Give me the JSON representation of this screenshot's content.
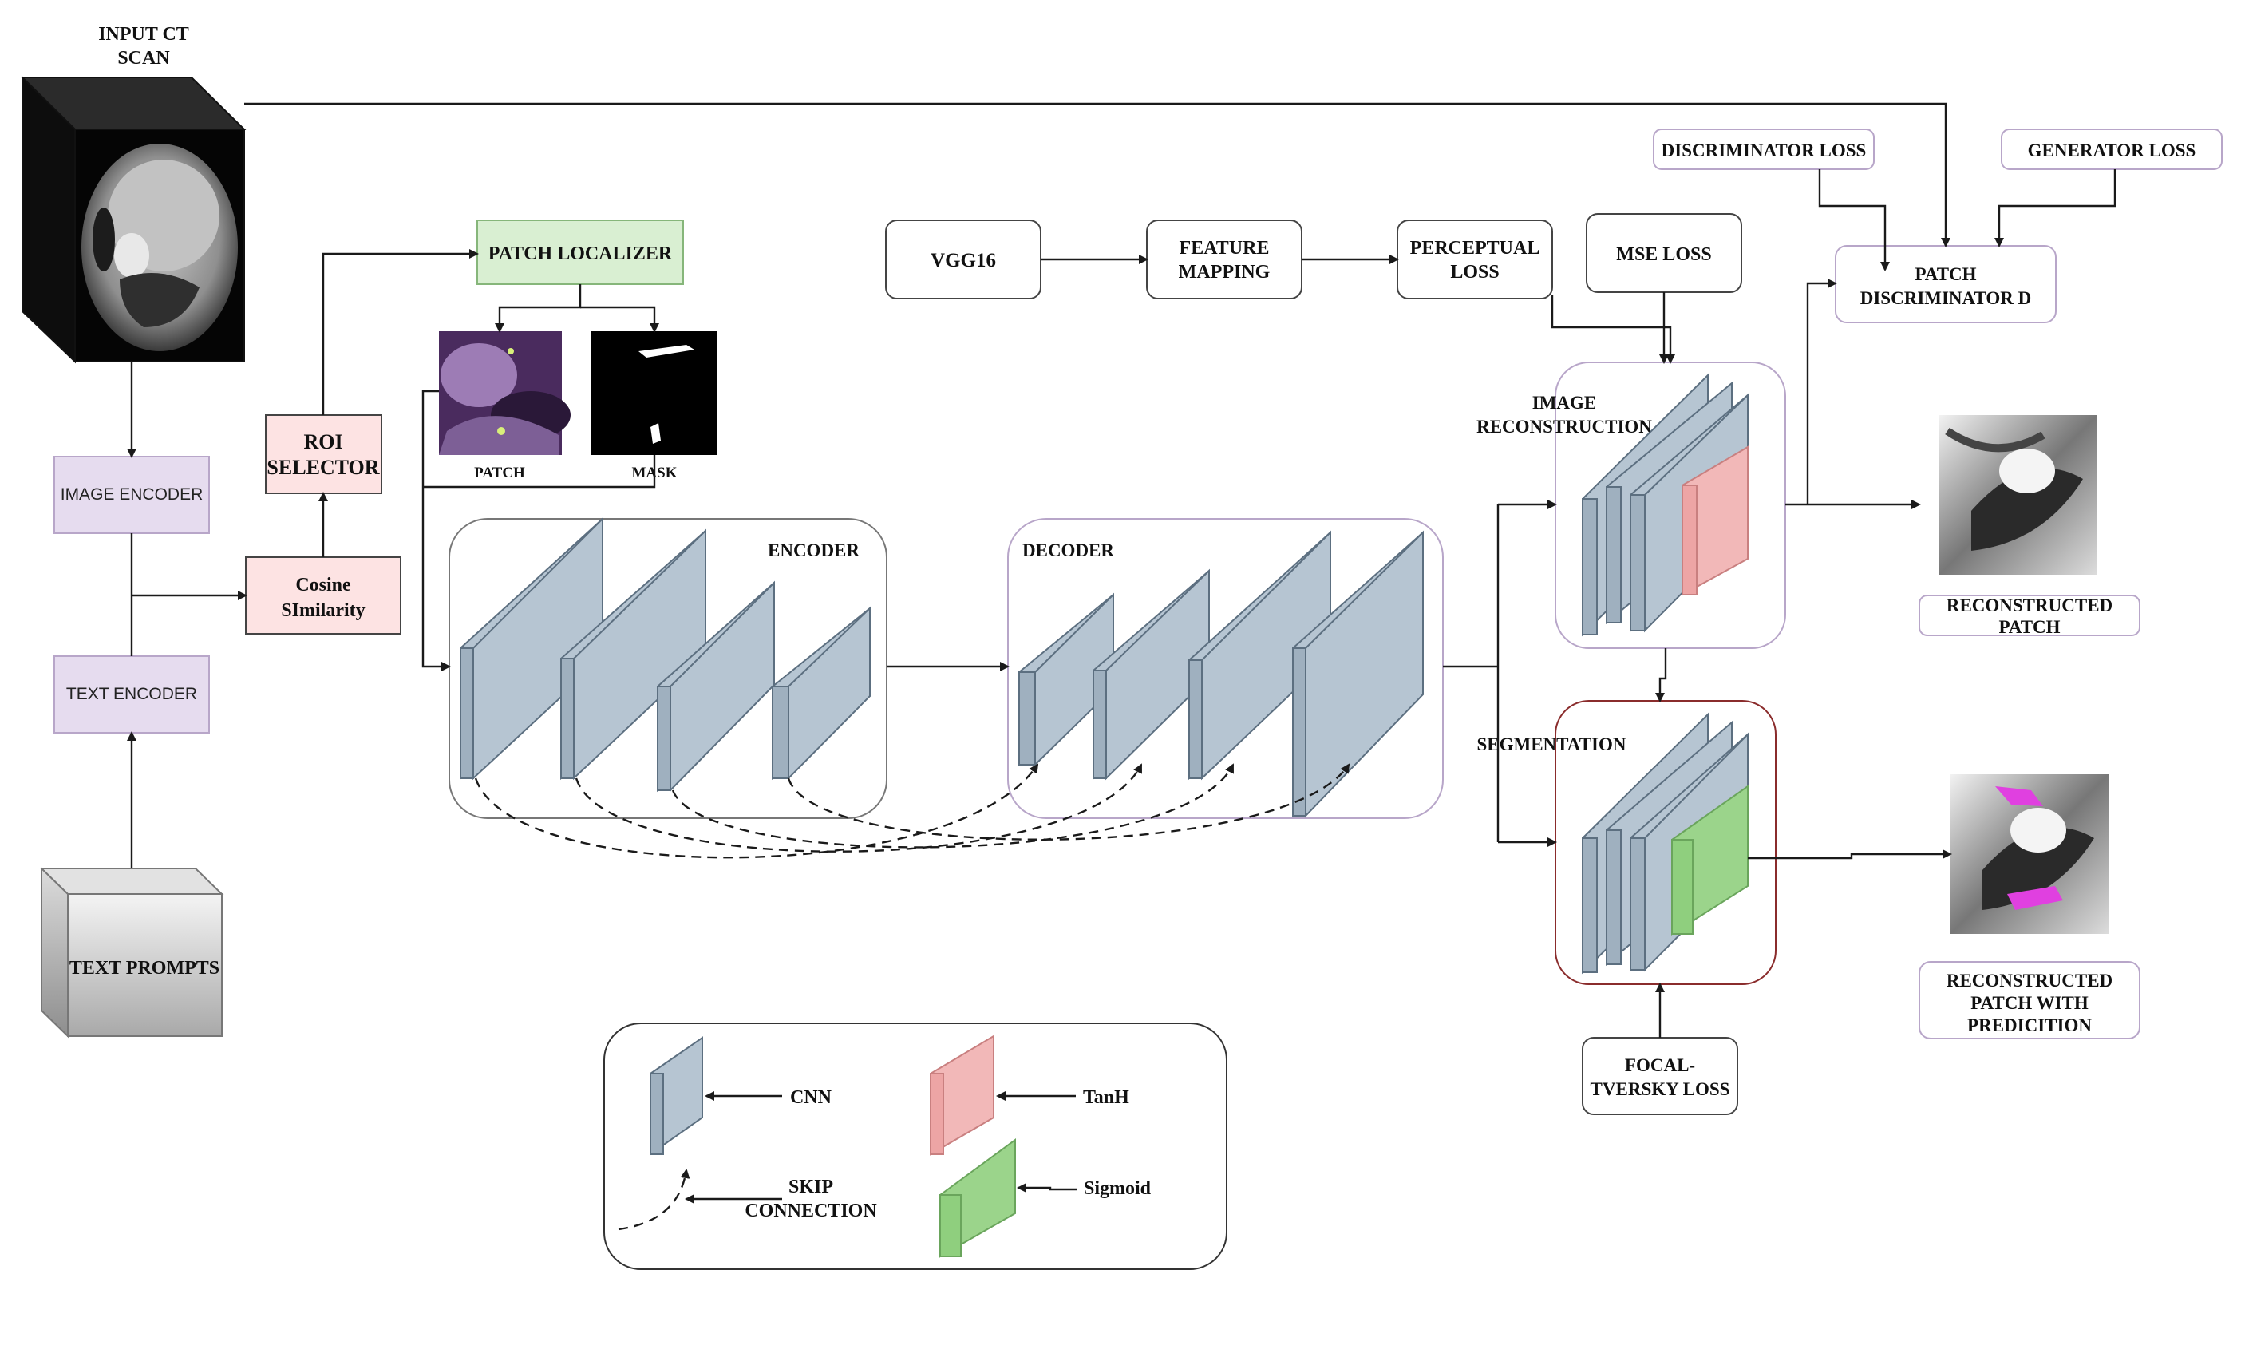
{
  "input": {
    "title_line1": "INPUT CT",
    "title_line2": "SCAN"
  },
  "encoders": {
    "image": "IMAGE ENCODER",
    "text": "TEXT ENCODER"
  },
  "text_prompts": "TEXT PROMPTS",
  "cosine": {
    "line1": "Cosine",
    "line2": "SImilarity"
  },
  "roi": {
    "line1": "ROI",
    "line2": "SELECTOR"
  },
  "patch_localizer": "PATCH LOCALIZER",
  "thumbs": {
    "patch": "PATCH",
    "mask": "MASK"
  },
  "encoder_label": "ENCODER",
  "decoder_label": "DECODER",
  "vgg": "VGG16",
  "feature_mapping": {
    "line1": "FEATURE",
    "line2": "MAPPING"
  },
  "perceptual_loss": {
    "line1": "PERCEPTUAL",
    "line2": "LOSS"
  },
  "mse_loss": "MSE LOSS",
  "discriminator_loss": "DISCRIMINATOR LOSS",
  "generator_loss": "GENERATOR LOSS",
  "patch_discriminator": {
    "line1": "PATCH",
    "line2": "DISCRIMINATOR D"
  },
  "image_reconstruction": {
    "line1": "IMAGE",
    "line2": "RECONSTRUCTION"
  },
  "segmentation": "SEGMENTATION",
  "focal_loss": {
    "line1": "FOCAL-",
    "line2": "TVERSKY LOSS"
  },
  "reconstructed_patch": {
    "line1": "RECONSTRUCTED",
    "line2": "PATCH"
  },
  "reconstructed_pred": {
    "line1": "RECONSTRUCTED",
    "line2": "PATCH WITH",
    "line3": "PREDICITION"
  },
  "legend": {
    "cnn": "CNN",
    "tanh": "TanH",
    "skip_line1": "SKIP",
    "skip_line2": "CONNECTION",
    "sigmoid": "Sigmoid"
  },
  "colors": {
    "cnn": "#9fb0bf",
    "tanh": "#f2b8b8",
    "sigmoid": "#9bd48b",
    "encoder_box_fill": "#e6dcef",
    "roi_box_fill": "#fde3e3",
    "patch_localizer_fill": "#d9efd2",
    "overlay_magenta": "#e040e0"
  }
}
